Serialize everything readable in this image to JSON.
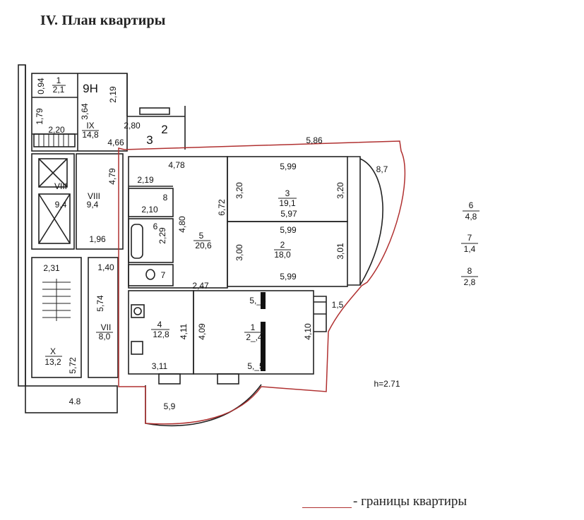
{
  "title": "IV. План квартиры",
  "legend": {
    "text": "- границы квартиры",
    "color": "#b03030"
  },
  "ceiling": "h=2.71",
  "rooms": {
    "r1": {
      "num": "1",
      "area": "2,1",
      "dim": "0,94"
    },
    "r9h": {
      "label": "9Н"
    },
    "ix": {
      "num": "IX",
      "area": "14,8"
    },
    "viii": {
      "num": "VIII",
      "area": "9,4"
    },
    "x": {
      "num": "X",
      "area": "13,2"
    },
    "vii": {
      "num": "VII",
      "area": "8,0"
    },
    "living3": {
      "num": "3",
      "area": "19,1"
    },
    "living2": {
      "num": "2",
      "area": "18,0"
    },
    "hall5": {
      "num": "5",
      "area": "20,6"
    },
    "kitchen4": {
      "num": "4",
      "area": "12,8"
    },
    "living1": {
      "num": "1",
      "area": "2_,4"
    },
    "r6": {
      "num": "6"
    },
    "r7": {
      "num": "7"
    },
    "r8": {
      "num": "8"
    },
    "stair2": {
      "num": "2"
    },
    "stair3": {
      "num": "3"
    }
  },
  "dims": {
    "d1_79": "1,79",
    "d2_20": "2,20",
    "d3_64": "3,64",
    "d2_19a": "2,19",
    "d2_80": "2,80",
    "d4_66": "4,66",
    "d5_86": "5,86",
    "d4_78": "4,78",
    "d5_99a": "5,99",
    "d8_7": "8,7",
    "d4_79": "4,79",
    "d2_19b": "2,19",
    "d2_10": "2,10",
    "d2_29": "2,29",
    "d4_80": "4,80",
    "d6_72": "6,72",
    "d3_20a": "3,20",
    "d3_20b": "3,20",
    "d5_97": "5,97",
    "d5_99b": "5,99",
    "d3_00": "3,00",
    "d3_01": "3,01",
    "d5_99c": "5,99",
    "d1_96": "1,96",
    "d2_31": "2,31",
    "d1_40": "1,40",
    "d2_47": "2,47",
    "d5_74": "5,74",
    "d5_76": "5,_6",
    "d1_5": "1,5",
    "d4_11": "4,11",
    "d4_09": "4,09",
    "d4_10": "4,10",
    "d5_72": "5,72",
    "d3_11": "3,11",
    "d5_75": "5,_5",
    "d4_8": "4.8",
    "d5_9": "5,9"
  },
  "side_table": [
    {
      "num": "6",
      "area": "4,8"
    },
    {
      "num": "7",
      "area": "1,4"
    },
    {
      "num": "8",
      "area": "2,8"
    }
  ]
}
